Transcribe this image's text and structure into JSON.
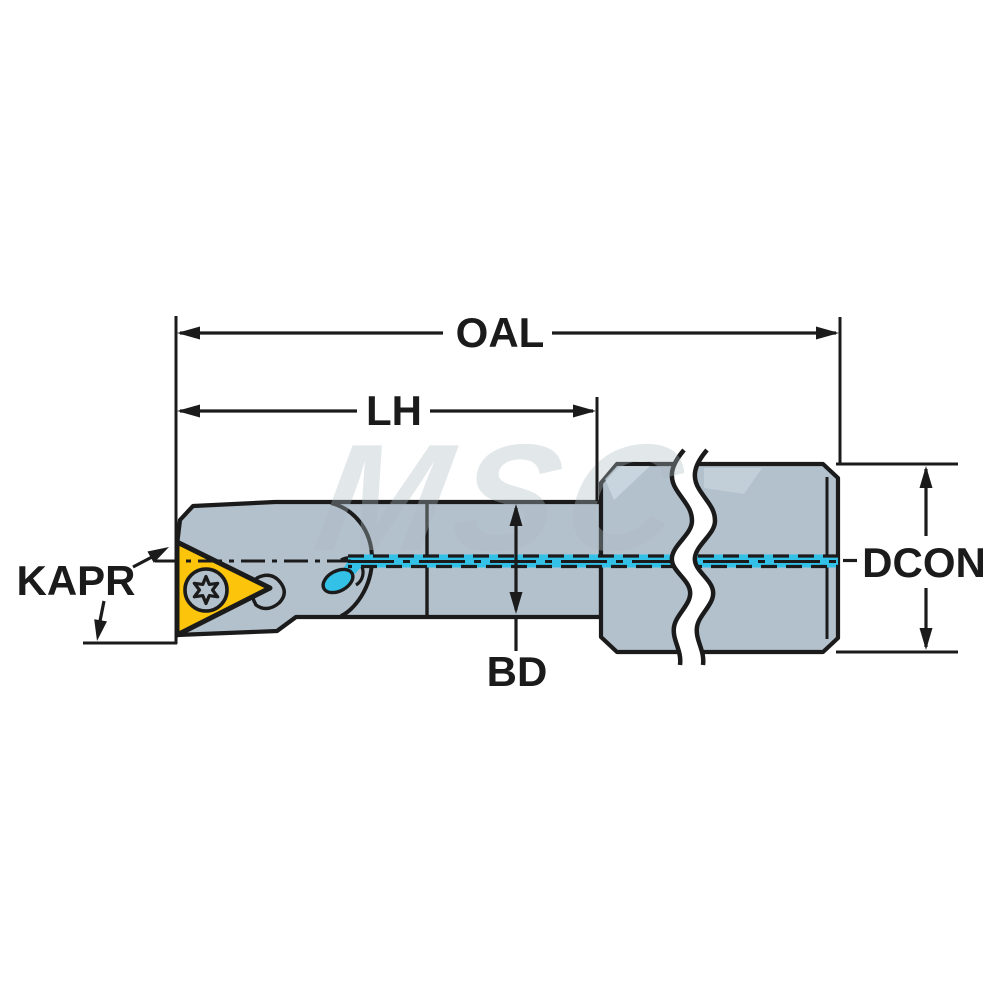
{
  "watermark": "MSC",
  "labels": {
    "oal": "OAL",
    "lh": "LH",
    "kapr": "KAPR",
    "bd": "BD",
    "dcon": "DCON"
  },
  "colors": {
    "outline": "#1b1b1b",
    "tool_body": "#b3c1cd",
    "tool_highlight": "#cdd9e2",
    "insert_yellow": "#fcc40a",
    "coolant_cyan": "#33c1e8",
    "watermark_grey": "#aebbc4",
    "background": "#ffffff"
  }
}
